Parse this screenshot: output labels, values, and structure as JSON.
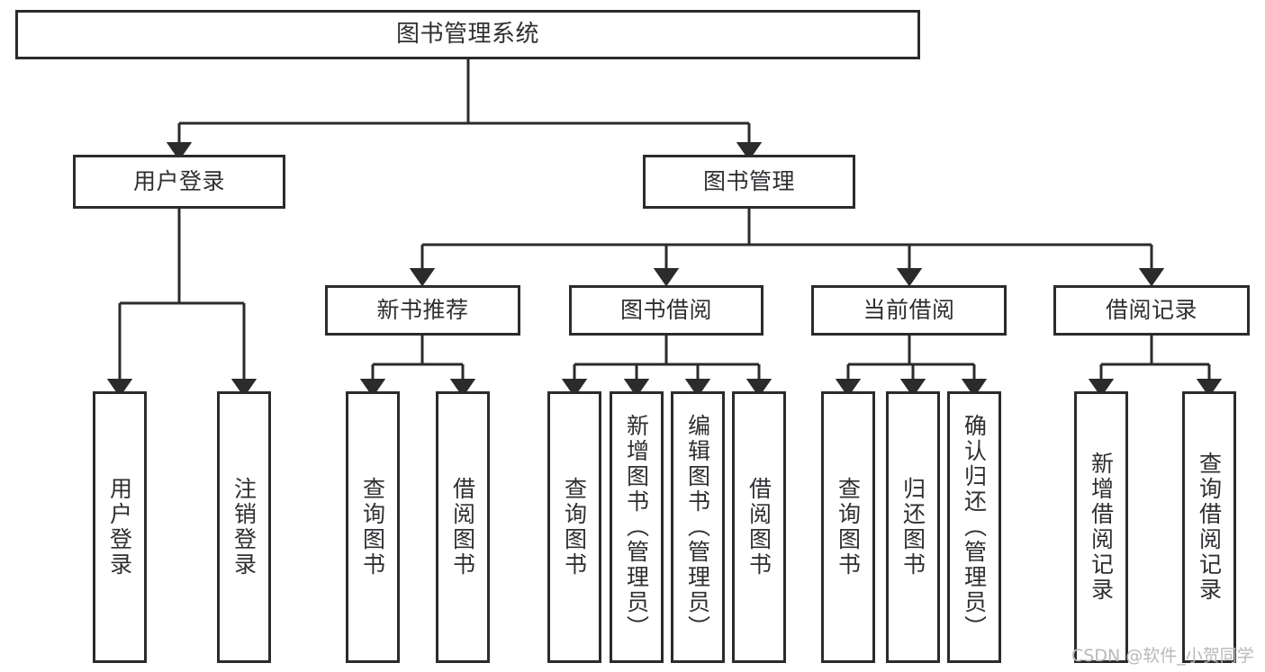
{
  "diagram": {
    "title": "图书管理系统",
    "type": "tree-hierarchy-chart",
    "colors": {
      "background": "#ffffff",
      "node_border": "#2b2b2b",
      "node_fill": "#ffffff",
      "text": "#2f2f33",
      "edge": "#2b2b2b",
      "watermark": "#b9b9bd"
    },
    "root": {
      "label": "图书管理系统"
    },
    "level1": [
      {
        "id": "user-login",
        "label": "用户登录"
      },
      {
        "id": "book-manage",
        "label": "图书管理"
      }
    ],
    "level2": [
      {
        "id": "new-book-recommend",
        "label": "新书推荐"
      },
      {
        "id": "book-borrow",
        "label": "图书借阅"
      },
      {
        "id": "current-borrow",
        "label": "当前借阅"
      },
      {
        "id": "borrow-record",
        "label": "借阅记录"
      }
    ],
    "leaves": {
      "user_login": [
        {
          "id": "leaf-user-login",
          "label": "用户登录"
        },
        {
          "id": "leaf-logout",
          "label": "注销登录"
        }
      ],
      "new_book_recommend": [
        {
          "id": "leaf-query-book-1",
          "label": "查询图书"
        },
        {
          "id": "leaf-borrow-book-1",
          "label": "借阅图书"
        }
      ],
      "book_borrow": [
        {
          "id": "leaf-query-book-2",
          "label": "查询图书"
        },
        {
          "id": "leaf-add-book",
          "label": "新增图书（管理员）"
        },
        {
          "id": "leaf-edit-book",
          "label": "编辑图书（管理员）"
        },
        {
          "id": "leaf-borrow-book-2",
          "label": "借阅图书"
        }
      ],
      "current_borrow": [
        {
          "id": "leaf-query-book-3",
          "label": "查询图书"
        },
        {
          "id": "leaf-return-book",
          "label": "归还图书"
        },
        {
          "id": "leaf-confirm-return",
          "label": "确认归还（管理员）"
        }
      ],
      "borrow_record": [
        {
          "id": "leaf-add-record",
          "label": "新增借阅记录"
        },
        {
          "id": "leaf-query-record",
          "label": "查询借阅记录"
        }
      ]
    }
  },
  "watermark": {
    "text": "CSDN @软件_小贺同学"
  }
}
